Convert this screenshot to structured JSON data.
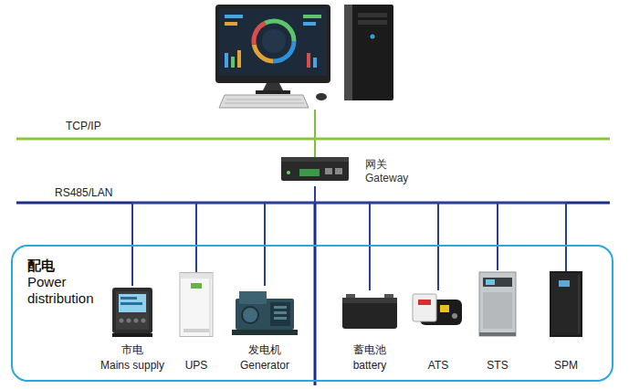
{
  "diagram": {
    "nodes": [
      {
        "text": [
          "网关",
          "Gateway"
        ]
      },
      {
        "text": [
          "配电",
          "Power distribution"
        ]
      },
      {
        "text": [
          "市电",
          "Mains supply"
        ],
        "in": 1
      },
      {
        "text": [
          "UPS"
        ],
        "in": 1
      },
      {
        "text": [
          "发电机",
          "Generator"
        ],
        "in": 1
      },
      {
        "text": [
          "蓄电池",
          "battery"
        ],
        "in": 1
      },
      {
        "text": [
          "ATS"
        ],
        "in": 1
      },
      {
        "text": [
          "STS"
        ],
        "in": 1
      },
      {
        "text": [
          "SPM"
        ],
        "in": 1
      }
    ],
    "edges": [
      {
        "from": 0,
        "to": 2,
        "arrow": "none"
      },
      {
        "from": 0,
        "to": 3,
        "arrow": "none"
      },
      {
        "from": 0,
        "to": 4,
        "arrow": "none"
      },
      {
        "from": 0,
        "to": 5,
        "arrow": "none"
      },
      {
        "from": 0,
        "to": 6,
        "arrow": "none"
      },
      {
        "from": 0,
        "to": 7,
        "arrow": "none"
      },
      {
        "from": 0,
        "to": 8,
        "arrow": "none"
      }
    ],
    "labels": [
      "TCP/IP",
      "RS485/LAN"
    ]
  }
}
